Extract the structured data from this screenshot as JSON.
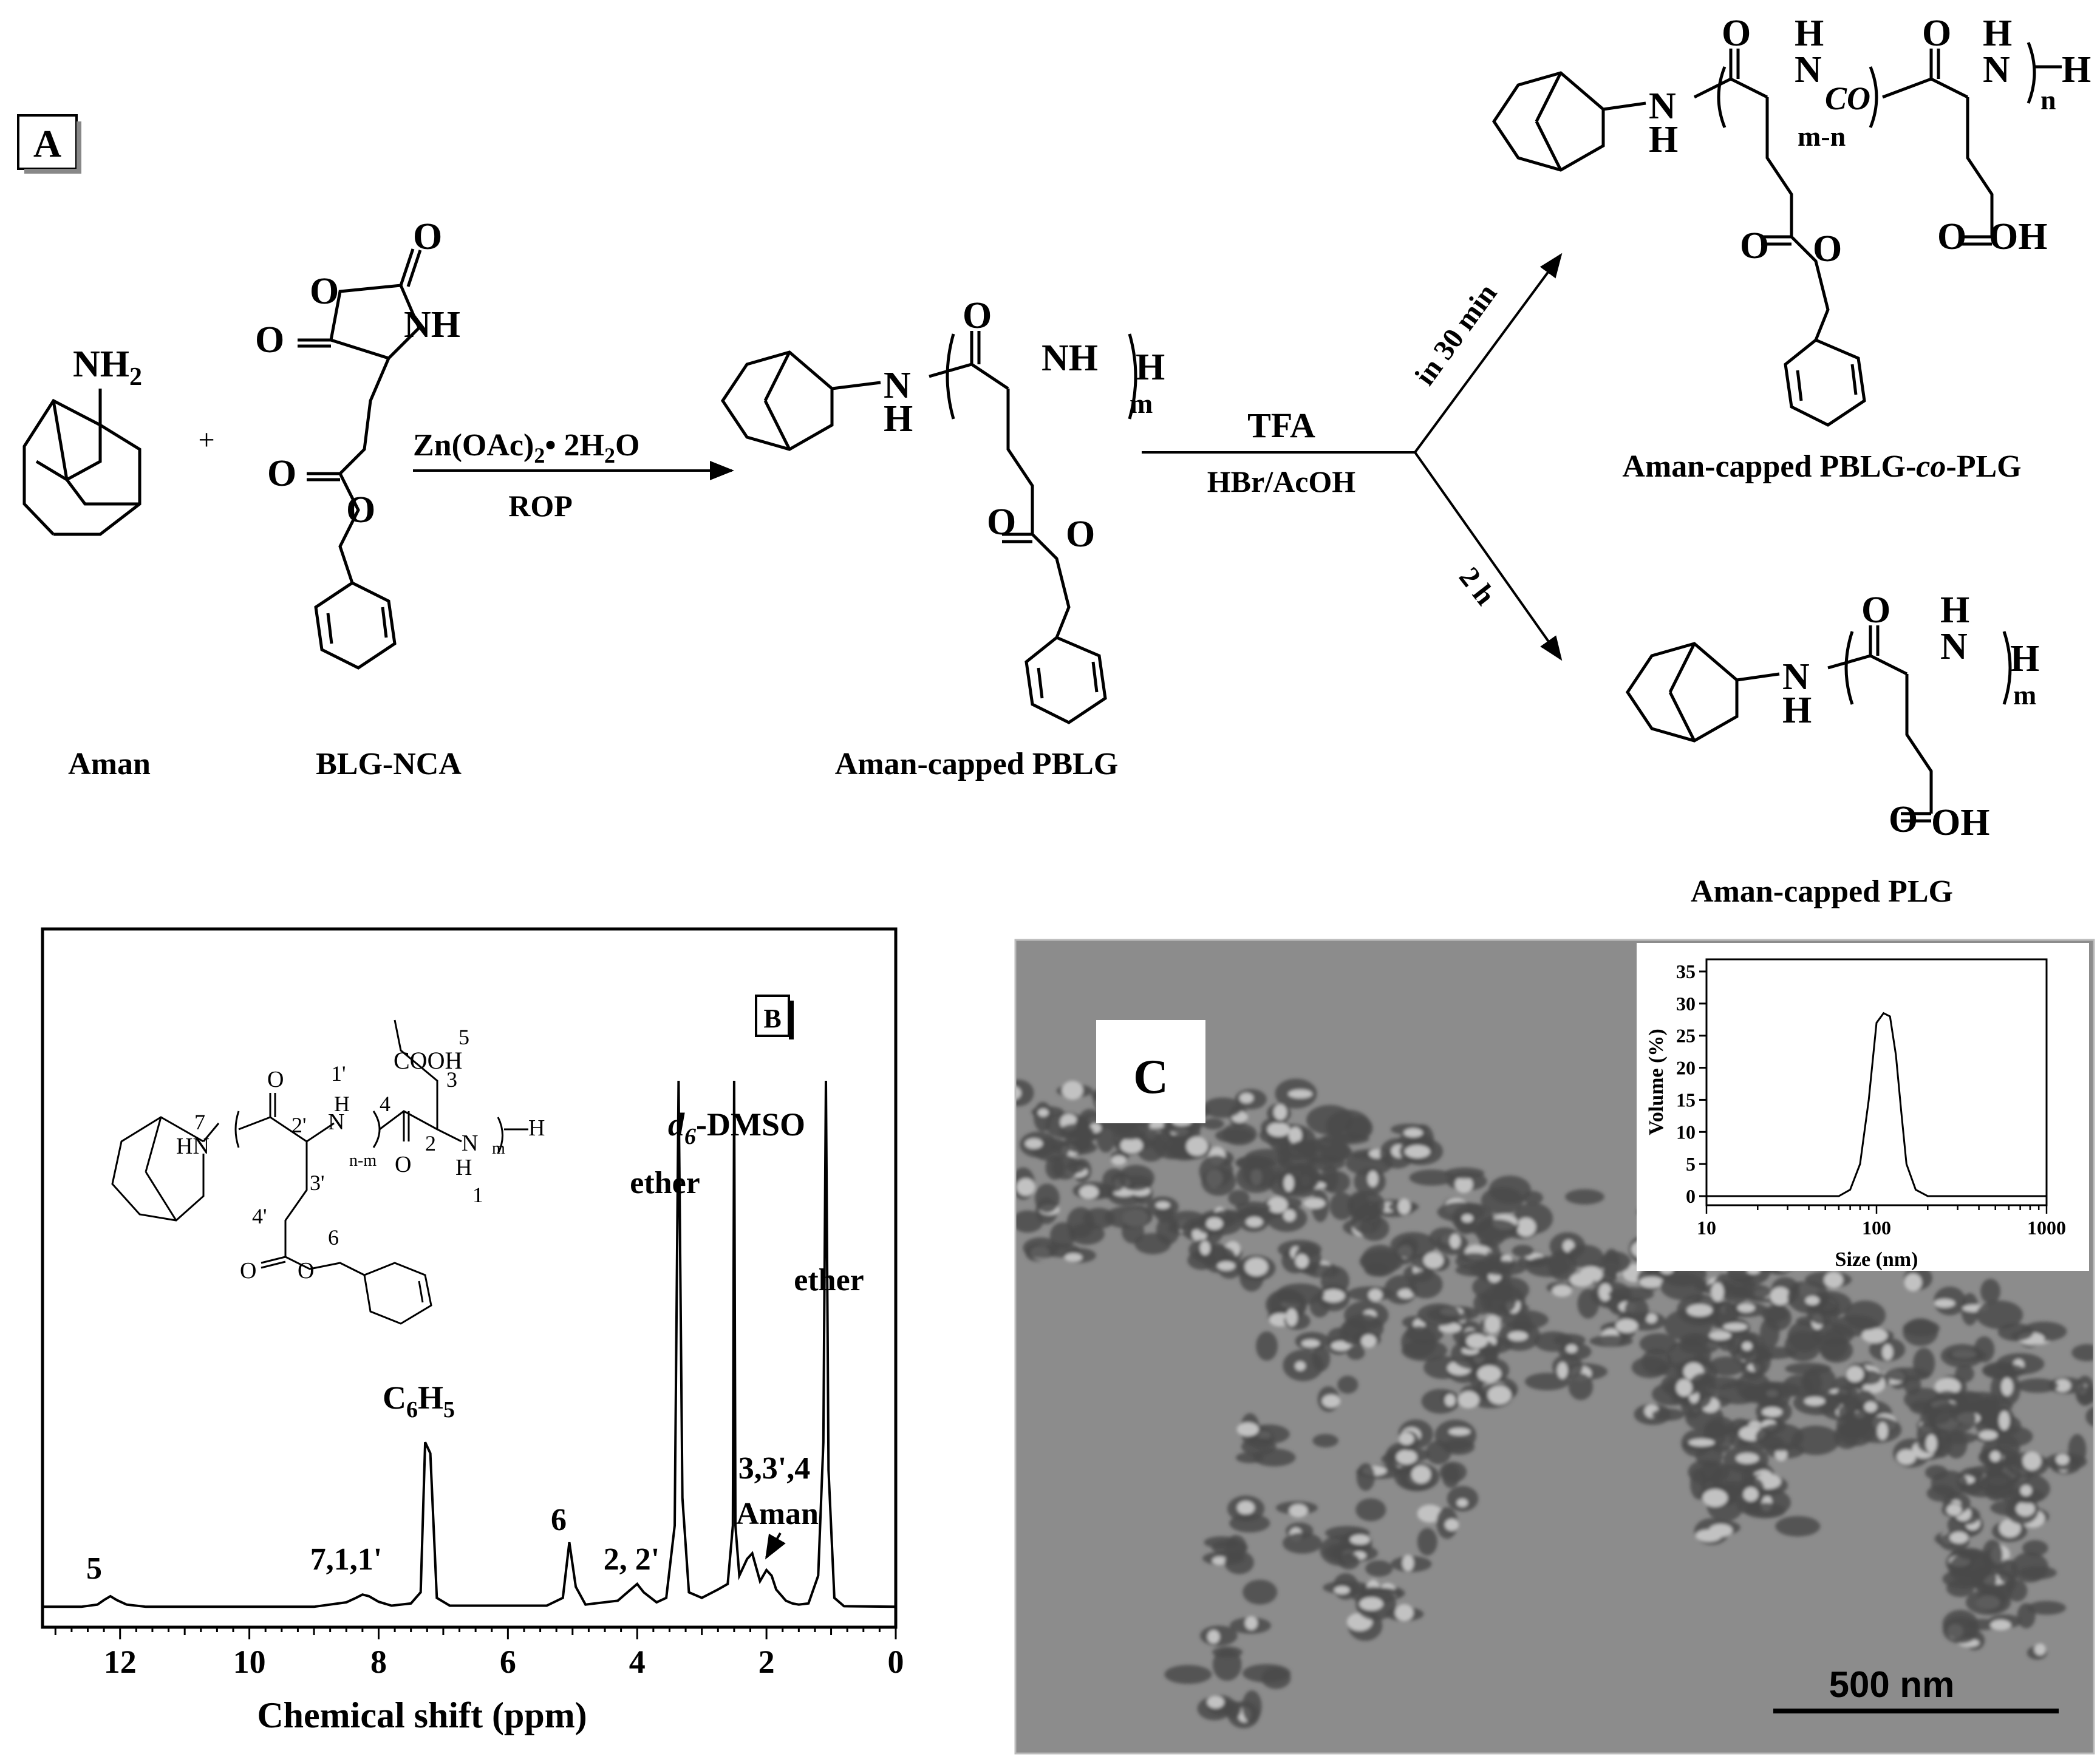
{
  "panel_a": {
    "tag": "A",
    "reagents": {
      "aman_label": "Aman",
      "nca_label": "BLG-NCA",
      "plus": "+",
      "catalyst": "Zn(OAc)",
      "catalyst_sub": "2",
      "catalyst_tail": "• 2H",
      "catalyst_sub2": "2",
      "catalyst_end": "O",
      "method": "ROP",
      "nh2": "NH",
      "nh2_sub": "2"
    },
    "intermediate": {
      "label": "Aman-capped PBLG",
      "repeat": "m"
    },
    "deprotection": {
      "acid": "TFA",
      "acid2": "HBr/AcOH",
      "upper_time": "in 30 min",
      "lower_time": "2 h"
    },
    "product_upper": {
      "label_pre": "Aman-capped PBLG-",
      "label_co": "co",
      "label_post": "-PLG",
      "link": "CO",
      "repeat1": "m-n",
      "repeat2": "n"
    },
    "product_lower": {
      "label": "Aman-capped PLG",
      "repeat": "m"
    },
    "atoms": {
      "O": "O",
      "N": "N",
      "H": "H",
      "NH": "NH",
      "OH": "OH"
    }
  },
  "panel_b": {
    "tag": "B",
    "structure": {
      "cooh": "COOH",
      "hn": "HN",
      "nm": "n-m",
      "m": "m",
      "n_labels": [
        "5",
        "4",
        "3",
        "1'",
        "7",
        "2'",
        "2",
        "3'",
        "4'",
        "6",
        "1"
      ]
    },
    "peaks": {
      "p5": "5",
      "p711": "7,1,1'",
      "c6h5_c": "C",
      "c6h5_6": "6",
      "c6h5_h": "H",
      "c6h5_5": "5",
      "p6": "6",
      "p22": "2, 2'",
      "ether1": "ether",
      "dmso_d": "d",
      "dmso_6": "6",
      "dmso_rest": "-DMSO",
      "p334": "3,3',4",
      "aman": "Aman",
      "ether2": "ether"
    }
  },
  "chart_data": [
    {
      "type": "line",
      "title": "",
      "xlabel": "Chemical shift (ppm)",
      "ylabel": "",
      "xlim": [
        13.2,
        0
      ],
      "x_ticks": [
        12,
        10,
        8,
        6,
        4,
        2,
        0
      ],
      "grid": false,
      "legend": "none",
      "series": [
        {
          "x": [
            13.2,
            12.6,
            12.35,
            12.25,
            12.15,
            12.05,
            11.9,
            11.6,
            9.0,
            8.5,
            8.35,
            8.25,
            8.15,
            8.0,
            7.8,
            7.5,
            7.35,
            7.28,
            7.2,
            7.1,
            6.9,
            5.4,
            5.15,
            5.05,
            4.95,
            4.8,
            4.3,
            4.1,
            4.0,
            3.9,
            3.7,
            3.55,
            3.42,
            3.36,
            3.3,
            3.2,
            3.0,
            2.75,
            2.6,
            2.52,
            2.5,
            2.48,
            2.42,
            2.3,
            2.22,
            2.1,
            2.0,
            1.92,
            1.85,
            1.7,
            1.6,
            1.5,
            1.35,
            1.2,
            1.12,
            1.08,
            1.04,
            0.95,
            0.8,
            0.0
          ],
          "y": [
            0.4,
            0.4,
            0.8,
            1.6,
            2.3,
            1.6,
            0.8,
            0.4,
            0.4,
            1.2,
            2.0,
            2.6,
            2.3,
            1.3,
            0.6,
            1.0,
            3.0,
            30.0,
            28.0,
            2.0,
            0.6,
            0.6,
            2.0,
            12.0,
            4.0,
            0.8,
            1.5,
            3.5,
            4.5,
            3.0,
            1.2,
            2.0,
            15.0,
            95.0,
            20.0,
            3.0,
            2.0,
            3.5,
            4.5,
            15.0,
            95.0,
            15.0,
            6.0,
            9.0,
            10.0,
            5.0,
            7.0,
            6.0,
            3.5,
            1.5,
            1.0,
            0.8,
            1.0,
            6.0,
            30.0,
            95.0,
            25.0,
            2.0,
            0.5,
            0.4
          ]
        }
      ]
    },
    {
      "type": "line",
      "title": "",
      "xlabel": "Size (nm)",
      "ylabel": "Volume (%)",
      "xscale": "log",
      "xlim": [
        10,
        1000
      ],
      "ylim": [
        0,
        35
      ],
      "x_ticks": [
        10,
        100,
        1000
      ],
      "y_ticks": [
        0,
        5,
        10,
        15,
        20,
        25,
        30,
        35
      ],
      "grid": false,
      "series": [
        {
          "x": [
            10,
            60,
            70,
            80,
            90,
            100,
            110,
            120,
            130,
            140,
            150,
            170,
            200,
            1000
          ],
          "y": [
            0,
            0,
            1,
            5,
            15,
            27,
            28.5,
            28,
            22,
            13,
            5,
            1,
            0,
            0
          ]
        }
      ]
    }
  ],
  "panel_c": {
    "tag": "C",
    "scale_bar": "500 nm"
  },
  "colors": {
    "ink": "#000000",
    "tem_bg": "#8c8c8c",
    "tem_dark": "#4a4a4a",
    "tem_light": "#c2c2c2"
  }
}
